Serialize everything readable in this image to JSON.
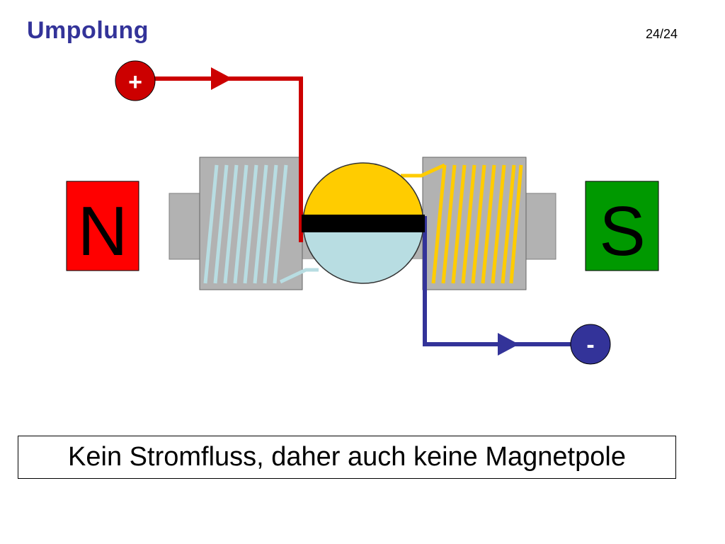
{
  "slide": {
    "title": "Umpolung",
    "page_number": "24/24"
  },
  "diagram": {
    "north_pole_label": "N",
    "south_pole_label": "S",
    "positive_terminal_label": "+",
    "negative_terminal_label": "-",
    "colors": {
      "north_pole": "#ff0000",
      "south_pole": "#009900",
      "positive_wire": "#cc0000",
      "negative_wire": "#333399",
      "rotor_top": "#ffcc00",
      "rotor_bottom": "#b8dde2",
      "coil_left": "#b8dde2",
      "coil_right": "#ffcc00",
      "iron_core": "#b2b2b2"
    }
  },
  "caption": {
    "text": "Kein Stromfluss, daher auch keine Magnetpole"
  }
}
